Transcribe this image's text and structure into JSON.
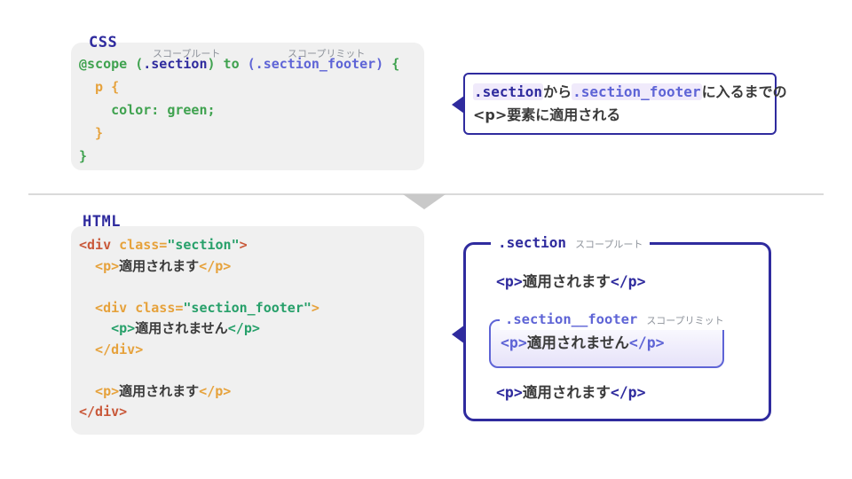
{
  "colors": {
    "navy": "#2f2b9e",
    "indigo": "#5e64d6",
    "green": "#3fa24f",
    "teal": "#27a06a",
    "orange": "#e6a23c",
    "brick_red": "#c9593a",
    "panel_gray": "#f0f0f0",
    "annotation_gray": "#8f949c",
    "highlight_lavender": "#f0eafb",
    "divider_gray": "#c9c9c9"
  },
  "css_panel": {
    "title": "CSS",
    "scope_root_label": "スコープルート",
    "scope_limit_label": "スコープリミット",
    "code": [
      [
        {
          "c": "grn",
          "t": "@scope ("
        },
        {
          "c": "nav",
          "t": ".section"
        },
        {
          "c": "grn",
          "t": ") to "
        },
        {
          "c": "ind",
          "t": "(.section_footer)"
        },
        {
          "c": "grn",
          "t": " {"
        }
      ],
      [
        {
          "c": "org",
          "t": "  p {"
        }
      ],
      [
        {
          "c": "grn",
          "t": "    color: green;"
        }
      ],
      [
        {
          "c": "org",
          "t": "  }"
        }
      ],
      [
        {
          "c": "grn",
          "t": "}"
        }
      ]
    ]
  },
  "bubble": {
    "lines": [
      [
        {
          "c": "nav hl mono",
          "t": ".section"
        },
        {
          "c": "txt",
          "t": "から"
        },
        {
          "c": "ind hl mono",
          "t": ".section_footer"
        },
        {
          "c": "txt",
          "t": "に入るまでの"
        }
      ],
      [
        {
          "c": "txt",
          "t": "<p>要素に適用される"
        }
      ]
    ]
  },
  "html_panel": {
    "title": "HTML",
    "code": [
      [
        {
          "c": "red",
          "t": "<div "
        },
        {
          "c": "org",
          "t": "class="
        },
        {
          "c": "tea",
          "t": "\"section\""
        },
        {
          "c": "red",
          "t": ">"
        }
      ],
      [
        {
          "c": "org",
          "t": "  <p>"
        },
        {
          "c": "txt",
          "t": "適用されます"
        },
        {
          "c": "org",
          "t": "</p>"
        }
      ],
      [],
      [
        {
          "c": "org",
          "t": "  <div class="
        },
        {
          "c": "tea",
          "t": "\"section_footer\""
        },
        {
          "c": "org",
          "t": ">"
        }
      ],
      [
        {
          "c": "tea",
          "t": "    <p>"
        },
        {
          "c": "txt",
          "t": "適用されません"
        },
        {
          "c": "tea",
          "t": "</p>"
        }
      ],
      [
        {
          "c": "org",
          "t": "  </div>"
        }
      ],
      [],
      [
        {
          "c": "org",
          "t": "  <p>"
        },
        {
          "c": "txt",
          "t": "適用されます"
        },
        {
          "c": "org",
          "t": "</p>"
        }
      ],
      [
        {
          "c": "red",
          "t": "</div>"
        }
      ]
    ]
  },
  "scope_box": {
    "root_label": ".section",
    "root_annotation": "スコープルート",
    "line1": [
      {
        "c": "nav",
        "t": "<p>"
      },
      {
        "c": "txt",
        "t": "適用されます"
      },
      {
        "c": "nav",
        "t": "</p>"
      }
    ],
    "inner": {
      "label": ".section__footer",
      "annotation": "スコープリミット",
      "line": [
        {
          "c": "ind",
          "t": "<p>"
        },
        {
          "c": "txt",
          "t": "適用されません"
        },
        {
          "c": "ind",
          "t": "</p>"
        }
      ]
    },
    "line2": [
      {
        "c": "nav",
        "t": "<p>"
      },
      {
        "c": "txt",
        "t": "適用されます"
      },
      {
        "c": "nav",
        "t": "</p>"
      }
    ]
  }
}
